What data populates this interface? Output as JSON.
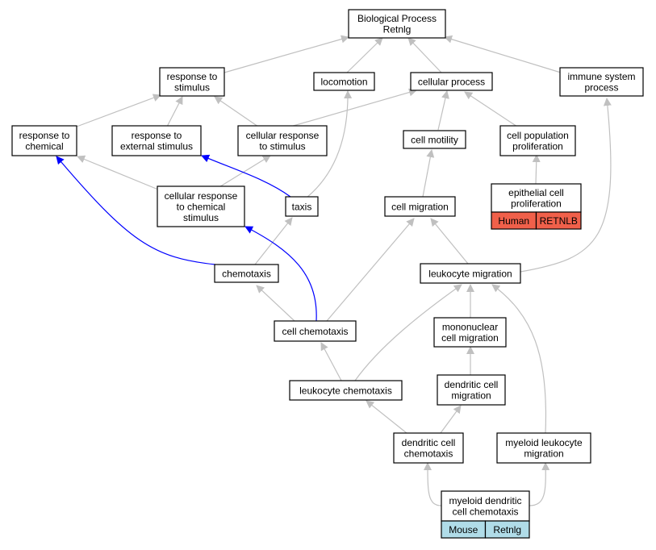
{
  "colors": {
    "edge_gray": "#c0c0c0",
    "edge_blue": "#0000ff",
    "human_fill": "#f0604a",
    "mouse_fill": "#b0dce8",
    "node_stroke": "#000000"
  },
  "nodes": [
    {
      "id": "bp",
      "lines": [
        "Biological Process",
        "Retnlg"
      ]
    },
    {
      "id": "rs",
      "lines": [
        "response to",
        "stimulus"
      ]
    },
    {
      "id": "loco",
      "lines": [
        "locomotion"
      ]
    },
    {
      "id": "cp",
      "lines": [
        "cellular process"
      ]
    },
    {
      "id": "isp",
      "lines": [
        "immune system",
        "process"
      ]
    },
    {
      "id": "rc",
      "lines": [
        "response to",
        "chemical"
      ]
    },
    {
      "id": "res",
      "lines": [
        "response to",
        "external stimulus"
      ]
    },
    {
      "id": "crs",
      "lines": [
        "cellular response",
        "to stimulus"
      ]
    },
    {
      "id": "cm",
      "lines": [
        "cell motility"
      ]
    },
    {
      "id": "cpp",
      "lines": [
        "cell population",
        "proliferation"
      ]
    },
    {
      "id": "crcs",
      "lines": [
        "cellular response",
        "to chemical",
        "stimulus"
      ]
    },
    {
      "id": "taxis",
      "lines": [
        "taxis"
      ]
    },
    {
      "id": "cmig",
      "lines": [
        "cell migration"
      ]
    },
    {
      "id": "epi",
      "lines": [
        "epithelial cell",
        "proliferation"
      ],
      "tags": [
        "Human",
        "RETNLB"
      ],
      "tag_color": "human"
    },
    {
      "id": "chemo",
      "lines": [
        "chemotaxis"
      ]
    },
    {
      "id": "lm",
      "lines": [
        "leukocyte migration"
      ]
    },
    {
      "id": "cchemo",
      "lines": [
        "cell chemotaxis"
      ]
    },
    {
      "id": "mcm",
      "lines": [
        "mononuclear",
        "cell migration"
      ]
    },
    {
      "id": "lchemo",
      "lines": [
        "leukocyte chemotaxis"
      ]
    },
    {
      "id": "dcm",
      "lines": [
        "dendritic cell",
        "migration"
      ]
    },
    {
      "id": "dcc",
      "lines": [
        "dendritic cell",
        "chemotaxis"
      ]
    },
    {
      "id": "mlm",
      "lines": [
        "myeloid leukocyte",
        "migration"
      ]
    },
    {
      "id": "mdcc",
      "lines": [
        "myeloid dendritic",
        "cell chemotaxis"
      ],
      "tags": [
        "Mouse",
        "Retnlg"
      ],
      "tag_color": "mouse"
    }
  ]
}
